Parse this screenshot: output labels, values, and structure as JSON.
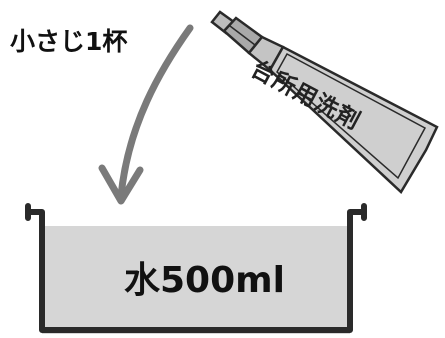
{
  "labels": {
    "amount": "小さじ1杯",
    "detergent": "台所用洗剤",
    "water": "水500ml"
  },
  "icons": {
    "arrow": "curved-down-arrow-icon",
    "bottle": "detergent-bottle-icon",
    "basin": "basin-icon"
  },
  "colors": {
    "stroke": "#2a2a2a",
    "water": "#d6d6d6",
    "arrow": "#7a7a7a",
    "bottle_body": "#cfcfcf",
    "bottle_cap": "#a9a9a9"
  }
}
